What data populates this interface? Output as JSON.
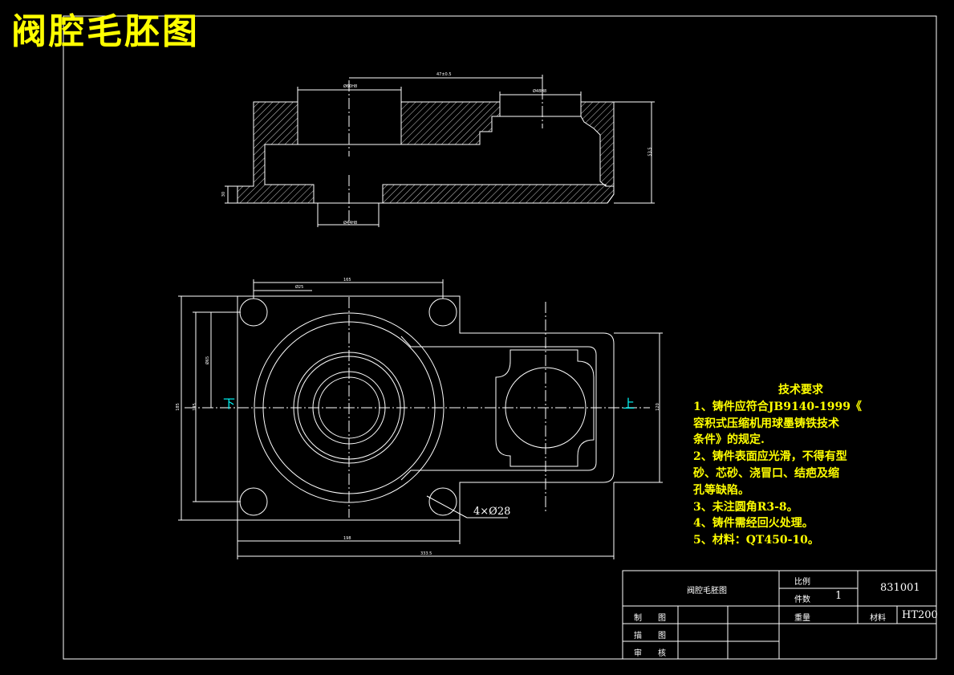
{
  "title": "阀腔毛胚图",
  "tech_requirements": {
    "heading": "技术要求",
    "lines": [
      "1、铸件应符合JB9140-1999《",
      "容积式压缩机用球墨铸铁技术",
      "条件》的规定.",
      "2、铸件表面应光滑，不得有型",
      "砂、芯砂、浇冒口、结疤及缩",
      "孔等缺陷。",
      "3、未注圆角R3-8。",
      "4、铸件需经回火处理。",
      "5、材料：QT450-10。"
    ]
  },
  "direction_marks": {
    "left": "下",
    "right": "上"
  },
  "hole_note": "4×Ø28",
  "dimensions": {
    "top_b": "Ø60H8",
    "top_span": "47±0.5",
    "top_c": "Ø48H8",
    "top_bottom": "Ø44H8",
    "top_right": "53.5",
    "top_left": "30",
    "plan_top": "165",
    "plan_top_inner": "Ø25",
    "plan_bottom_inner": "198",
    "plan_bottom": "333.5",
    "plan_left_outer": "185",
    "plan_left_inner": "145",
    "plan_left_mid": "Ø65",
    "plan_right": "120"
  },
  "title_block": {
    "drawing_name": "阀腔毛胚图",
    "scale_label": "比例",
    "qty_label": "件数",
    "qty_value": "1",
    "drawing_no": "831001",
    "weight_label": "重量",
    "material_label": "材料",
    "material_value": "HT200",
    "drawn_by": "制　　图",
    "designed_by": "描　　图",
    "checked_by": "审　　核"
  }
}
